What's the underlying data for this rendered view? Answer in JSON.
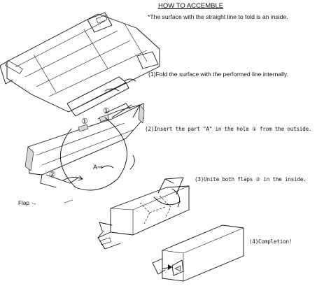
{
  "header": {
    "title": "HOW TO ACCEMBLE",
    "note": "*The surface with the straight line to fold is an inside."
  },
  "steps": [
    {
      "label": "(1)Fold the surface with the performed line internally."
    },
    {
      "label": "(2)Insert the part \"A\" in the hole ① from the outside."
    },
    {
      "label": "(3)Unite both flaps ② in the inside."
    },
    {
      "label": "(4)Completion!"
    }
  ],
  "annotations": {
    "flap": "Flap →",
    "part_a": "A⇒",
    "mark_1": "①",
    "mark_2": "②"
  }
}
